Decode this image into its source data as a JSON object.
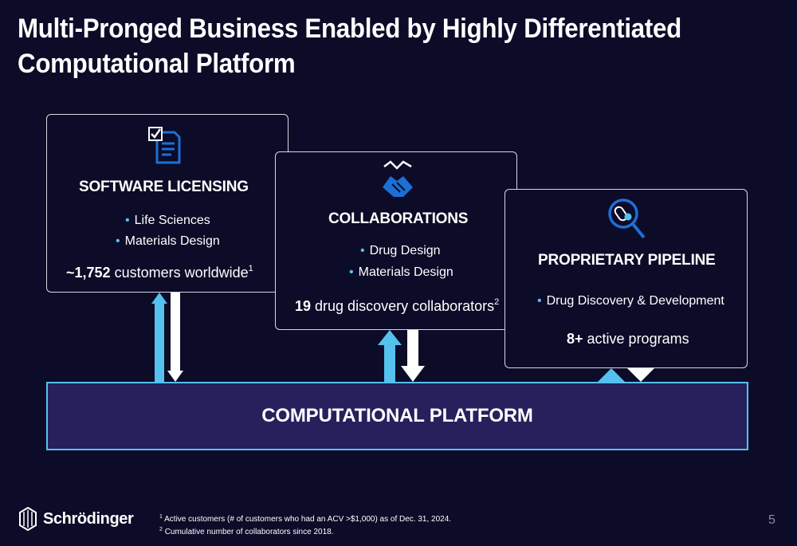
{
  "slide": {
    "title": "Multi-Pronged Business Enabled by Highly Differentiated Computational Platform",
    "page_number": "5"
  },
  "cards": {
    "software": {
      "heading": "SOFTWARE LICENSING",
      "bullets": [
        "Life Sciences",
        "Materials Design"
      ],
      "stat_value": "~1,752",
      "stat_text": " customers worldwide",
      "stat_note": "1",
      "icon": "clipboard-check-icon"
    },
    "collaborations": {
      "heading": "COLLABORATIONS",
      "bullets": [
        "Drug Design",
        "Materials Design"
      ],
      "stat_value": "19",
      "stat_text": " drug discovery collaborators",
      "stat_note": "2",
      "icon": "handshake-icon"
    },
    "pipeline": {
      "heading": "PROPRIETARY PIPELINE",
      "bullets": [
        "Drug Discovery & Development"
      ],
      "stat_value": "8+",
      "stat_text": " active programs",
      "icon": "pill-magnifier-icon"
    }
  },
  "platform": {
    "label": "COMPUTATIONAL PLATFORM"
  },
  "footer": {
    "logo_text": "Schrödinger",
    "footnote1_mark": "1",
    "footnote1": "Active customers (# of customers who had an ACV >$1,000) as of Dec. 31, 2024.",
    "footnote2_mark": "2",
    "footnote2": "Cumulative number of collaborators since 2018."
  },
  "colors": {
    "background": "#0c0b28",
    "accent": "#55c1ee",
    "platform_fill": "#26205c",
    "icon_blue": "#1d6fd6"
  }
}
